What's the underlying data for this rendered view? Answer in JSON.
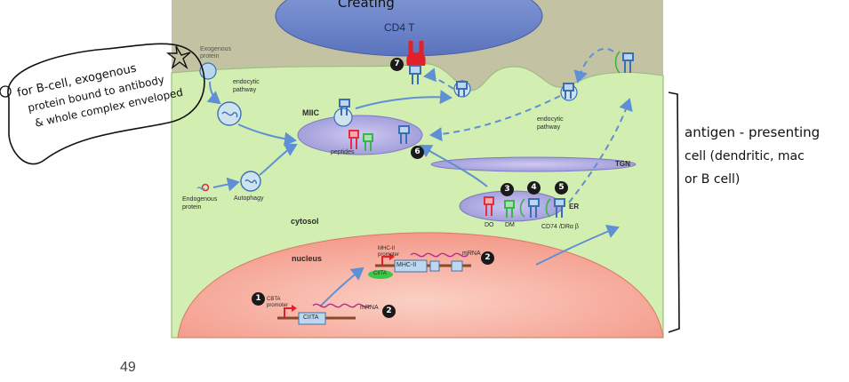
{
  "handwriting": {
    "top_fragment": "Creating",
    "note_lines": [
      "for B-cell, exogenous",
      "protein bound to antibody",
      "& whole complex enveloped"
    ],
    "bracket_lines": [
      "antigen - presenting",
      "cell (dendritic, mac",
      "or B cell)"
    ]
  },
  "labels": {
    "cd4": "CD4 T",
    "exogenous": [
      "Exogenous",
      "protein"
    ],
    "endocytic_left": [
      "endocytic",
      "pathway"
    ],
    "endocytic_right": [
      "endocytic",
      "pathway"
    ],
    "miic": "MIIC",
    "peptides": "peptides",
    "tgn": "TGN",
    "er": "ER",
    "do": "DO",
    "dm": "DM",
    "cd74": "CD74 /DRα β",
    "endogenous": [
      "Endogenous",
      "protein"
    ],
    "autophagy": "Autophagy",
    "cytosol": "cytosol",
    "nucleus": "nucleus",
    "mhcii_promoter": [
      "MHC-II",
      "promoter"
    ],
    "mhcii_gene": "MHC-II",
    "mrna_top": "mRNA",
    "ciita_protein": "CIITA",
    "cbta_promoter": [
      "CBTA",
      "promoter"
    ],
    "ciita_gene": "CIITA",
    "mrna_bottom": "mRNA"
  },
  "steps": [
    "7",
    "6",
    "3",
    "4",
    "5",
    "2",
    "1",
    "2"
  ],
  "colors": {
    "cell": "#d2eeb0",
    "extracellular": "#c3c3a4",
    "cd4_cell": "#6e85c8",
    "nucleus": "#f6a898",
    "organelle": "#a9a7dc",
    "arrow": "#5f8fd4",
    "mhc_blue": "#3a6fb8",
    "do_red": "#e03040",
    "dm_green": "#39b54a",
    "tcr_red": "#e0202a"
  },
  "page_number": "49"
}
